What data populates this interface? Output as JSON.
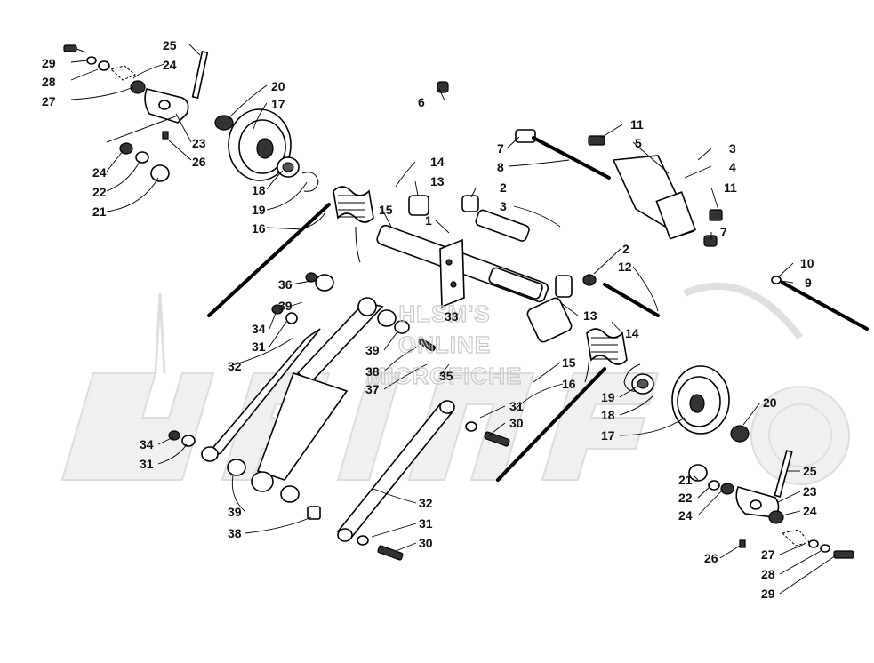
{
  "watermark": {
    "lines": [
      "HLSM'S",
      "ONLINE",
      "MICROFICHE"
    ],
    "logo_name": "arctic-cat-logo"
  },
  "callouts": {
    "c1": "1",
    "c2a": "2",
    "c2b": "2",
    "c3a": "3",
    "c3b": "3",
    "c4": "4",
    "c5": "5",
    "c6": "6",
    "c7a": "7",
    "c7b": "7",
    "c8": "8",
    "c9": "9",
    "c10": "10",
    "c11a": "11",
    "c11b": "11",
    "c12": "12",
    "c13a": "13",
    "c13b": "13",
    "c14a": "14",
    "c14b": "14",
    "c15a": "15",
    "c15b": "15",
    "c16a": "16",
    "c16b": "16",
    "c17a": "17",
    "c17b": "17",
    "c18a": "18",
    "c18b": "18",
    "c19a": "19",
    "c19b": "19",
    "c20a": "20",
    "c20b": "20",
    "c21a": "21",
    "c21b": "21",
    "c22a": "22",
    "c22b": "22",
    "c23a": "23",
    "c23b": "23",
    "c24a": "24",
    "c24b": "24",
    "c24c": "24",
    "c24d": "24",
    "c25a": "25",
    "c25b": "25",
    "c26a": "26",
    "c26b": "26",
    "c27a": "27",
    "c27b": "27",
    "c28a": "28",
    "c28b": "28",
    "c29a": "29",
    "c29b": "29",
    "c30a": "30",
    "c30b": "30",
    "c31a": "31",
    "c31b": "31",
    "c31c": "31",
    "c31d": "31",
    "c32a": "32",
    "c32b": "32",
    "c33": "33",
    "c34a": "34",
    "c34b": "34",
    "c35": "35",
    "c36": "36",
    "c37": "37",
    "c38a": "38",
    "c38b": "38",
    "c39a": "39",
    "c39b": "39",
    "c39c": "39"
  }
}
